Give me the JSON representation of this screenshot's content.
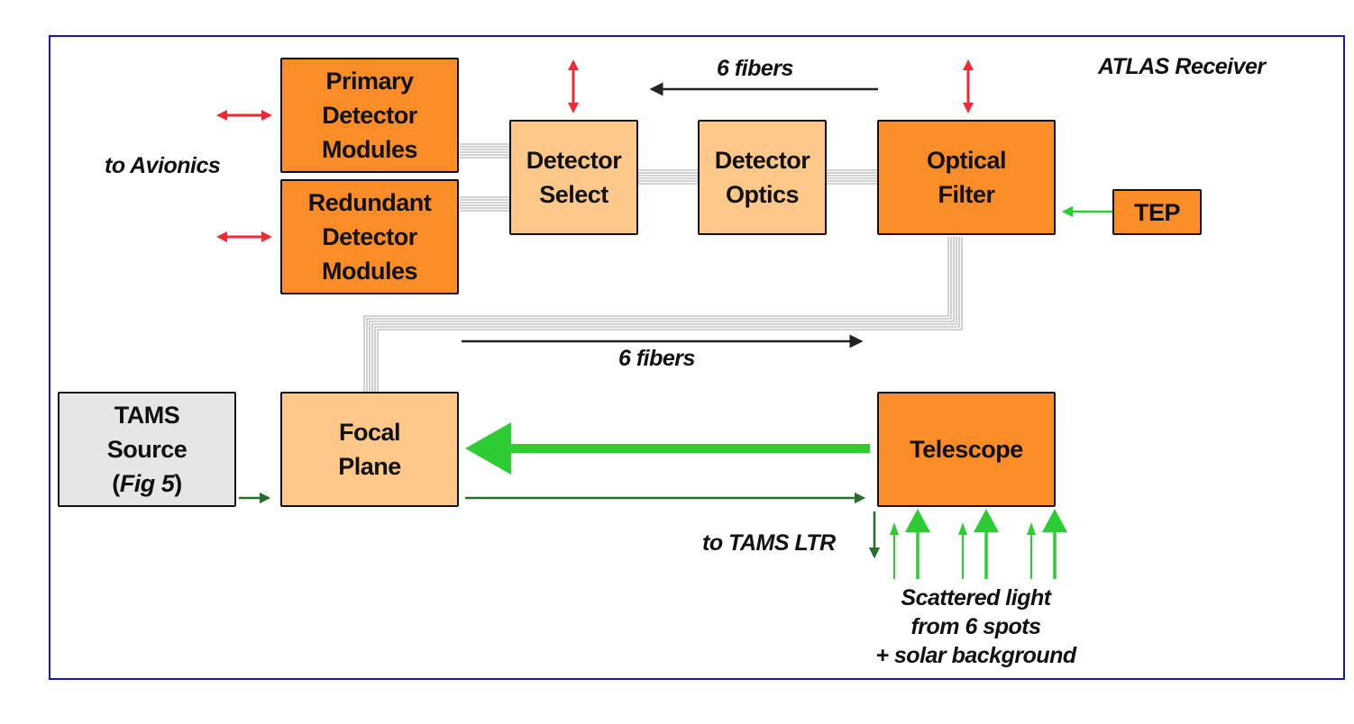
{
  "title": "ATLAS Receiver",
  "blocks": {
    "primary_detector_modules": [
      "Primary",
      "Detector",
      "Modules"
    ],
    "redundant_detector_modules": [
      "Redundant",
      "Detector",
      "Modules"
    ],
    "detector_select": [
      "Detector",
      "Select"
    ],
    "detector_optics": [
      "Detector",
      "Optics"
    ],
    "optical_filter": [
      "Optical",
      "Filter"
    ],
    "tep": "TEP",
    "tams_source": [
      "TAMS",
      "Source",
      "(",
      "Fig 5",
      ")"
    ],
    "focal_plane": [
      "Focal",
      "Plane"
    ],
    "telescope": "Telescope"
  },
  "labels": {
    "to_avionics": "to Avionics",
    "fibers_top": "6 fibers",
    "fibers_middle": "6 fibers",
    "to_tams_ltr": "to TAMS LTR",
    "scattered_light": [
      "Scattered light",
      "from 6 spots",
      "+ solar background"
    ]
  },
  "colors": {
    "border": "#1a1aa8",
    "orange_dark": "#fb8d28",
    "orange_light": "#fdc88a",
    "grey_box": "#e6e6e6",
    "control_arrow": "#ee2a33",
    "bright_green": "#2ecc33",
    "dark_green": "#2a6b2e",
    "fiber": "#b8b8b8"
  }
}
